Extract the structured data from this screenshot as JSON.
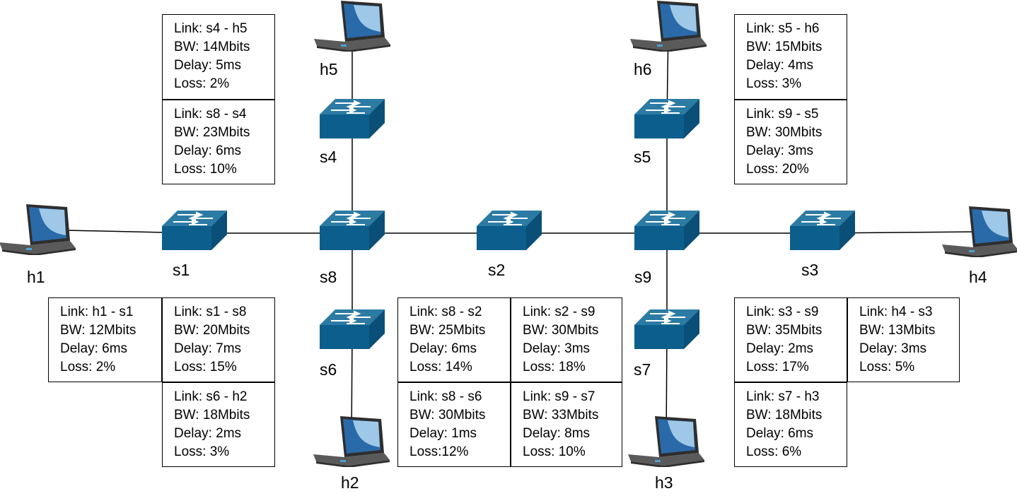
{
  "diagram": {
    "nodes": [
      {
        "id": "h1",
        "type": "host",
        "label": "h1"
      },
      {
        "id": "h2",
        "type": "host",
        "label": "h2"
      },
      {
        "id": "h3",
        "type": "host",
        "label": "h3"
      },
      {
        "id": "h4",
        "type": "host",
        "label": "h4"
      },
      {
        "id": "h5",
        "type": "host",
        "label": "h5"
      },
      {
        "id": "h6",
        "type": "host",
        "label": "h6"
      },
      {
        "id": "s1",
        "type": "switch",
        "label": "s1"
      },
      {
        "id": "s2",
        "type": "switch",
        "label": "s2"
      },
      {
        "id": "s3",
        "type": "switch",
        "label": "s3"
      },
      {
        "id": "s4",
        "type": "switch",
        "label": "s4"
      },
      {
        "id": "s5",
        "type": "switch",
        "label": "s5"
      },
      {
        "id": "s6",
        "type": "switch",
        "label": "s6"
      },
      {
        "id": "s7",
        "type": "switch",
        "label": "s7"
      },
      {
        "id": "s8",
        "type": "switch",
        "label": "s8"
      },
      {
        "id": "s9",
        "type": "switch",
        "label": "s9"
      }
    ],
    "edges": [
      [
        "h1",
        "s1"
      ],
      [
        "s1",
        "s8"
      ],
      [
        "s8",
        "s2"
      ],
      [
        "s2",
        "s9"
      ],
      [
        "s9",
        "s3"
      ],
      [
        "s3",
        "h4"
      ],
      [
        "s8",
        "s4"
      ],
      [
        "s4",
        "h5"
      ],
      [
        "s8",
        "s6"
      ],
      [
        "s6",
        "h2"
      ],
      [
        "s9",
        "s5"
      ],
      [
        "s5",
        "h6"
      ],
      [
        "s9",
        "s7"
      ],
      [
        "s7",
        "h3"
      ]
    ],
    "link_info": [
      {
        "id": "s4-h5",
        "lines": [
          "Link: s4 - h5",
          "BW: 14Mbits",
          "Delay: 5ms",
          "Loss: 2%"
        ]
      },
      {
        "id": "s8-s4",
        "lines": [
          "Link: s8 - s4",
          "BW: 23Mbits",
          "Delay: 6ms",
          "Loss: 10%"
        ]
      },
      {
        "id": "s5-h6",
        "lines": [
          "Link: s5 - h6",
          "BW: 15Mbits",
          "Delay: 4ms",
          "Loss: 3%"
        ]
      },
      {
        "id": "s9-s5",
        "lines": [
          "Link: s9 - s5",
          "BW: 30Mbits",
          "Delay: 3ms",
          "Loss: 20%"
        ]
      },
      {
        "id": "h1-s1",
        "lines": [
          "Link: h1 - s1",
          "BW: 12Mbits",
          "Delay: 6ms",
          "Loss: 2%"
        ]
      },
      {
        "id": "s1-s8",
        "lines": [
          "Link: s1 - s8",
          "BW: 20Mbits",
          "Delay: 7ms",
          "Loss: 15%"
        ]
      },
      {
        "id": "s6-h2",
        "lines": [
          "Link: s6 - h2",
          "BW: 18Mbits",
          "Delay: 2ms",
          "Loss: 3%"
        ]
      },
      {
        "id": "s8-s2",
        "lines": [
          "Link: s8 - s2",
          "BW: 25Mbits",
          "Delay: 6ms",
          "Loss: 14%"
        ]
      },
      {
        "id": "s2-s9",
        "lines": [
          "Link: s2 - s9",
          "BW: 30Mbits",
          "Delay: 3ms",
          "Loss: 18%"
        ]
      },
      {
        "id": "s8-s6",
        "lines": [
          "Link: s8 - s6",
          "BW: 30Mbits",
          "Delay: 1ms",
          "Loss:12%"
        ]
      },
      {
        "id": "s9-s7",
        "lines": [
          "Link: s9 - s7",
          "BW: 33Mbits",
          "Delay: 8ms",
          "Loss: 10%"
        ]
      },
      {
        "id": "s3-s9",
        "lines": [
          "Link: s3 - s9",
          "BW: 35Mbits",
          "Delay: 2ms",
          "Loss: 17%"
        ]
      },
      {
        "id": "h4-s3",
        "lines": [
          "Link: h4 - s3",
          "BW: 13Mbits",
          "Delay: 3ms",
          "Loss: 5%"
        ]
      },
      {
        "id": "s7-h3",
        "lines": [
          "Link: s7 - h3",
          "BW: 18Mbits",
          "Delay: 6ms",
          "Loss: 6%"
        ]
      }
    ]
  },
  "colors": {
    "switch_top": "#2b7ba4",
    "switch_front": "#0c5f8c",
    "switch_side": "#0a4f77",
    "arrow": "#ffffff",
    "laptop_body": "#5a5a5a",
    "laptop_dark": "#2e2e2e",
    "laptop_screen": "#2a6aa8",
    "laptop_screen_light": "#9fc8e8",
    "line": "#000000"
  },
  "icons": {
    "host": "laptop-icon",
    "switch": "network-switch-icon"
  }
}
